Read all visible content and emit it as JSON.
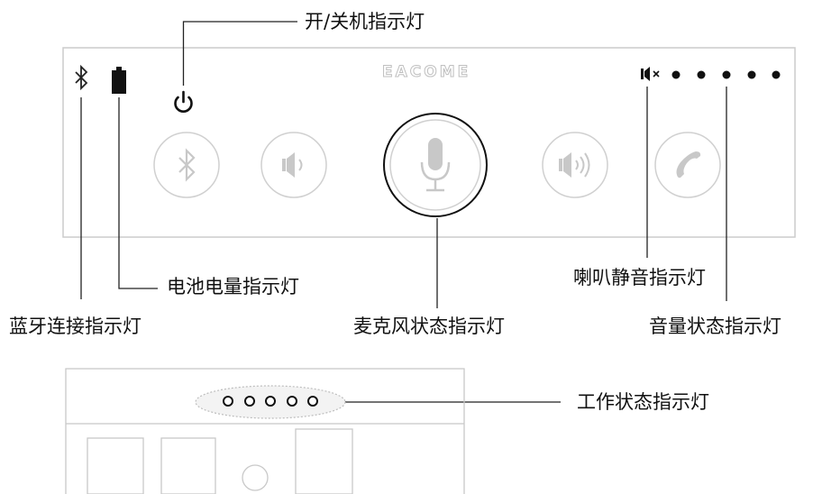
{
  "device": {
    "brand": "EACOME"
  },
  "labels": {
    "power_indicator": "开/关机指示灯",
    "battery_indicator": "电池电量指示灯",
    "bluetooth_indicator": "蓝牙连接指示灯",
    "mic_indicator": "麦克风状态指示灯",
    "speaker_mute_indicator": "喇叭静音指示灯",
    "volume_indicator": "音量状态指示灯",
    "work_status_indicator": "工作状态指示灯"
  },
  "buttons": [
    {
      "name": "bluetooth-button",
      "icon": "bluetooth-icon"
    },
    {
      "name": "volume-down-button",
      "icon": "volume-down-icon"
    },
    {
      "name": "mic-button",
      "icon": "microphone-icon"
    },
    {
      "name": "volume-up-button",
      "icon": "volume-up-icon"
    },
    {
      "name": "call-button",
      "icon": "phone-icon"
    }
  ],
  "colors": {
    "line": "#222222",
    "panel_border": "#cccccc",
    "button_outline": "#d0d0d0",
    "icon_gray": "#c8c8c8"
  }
}
